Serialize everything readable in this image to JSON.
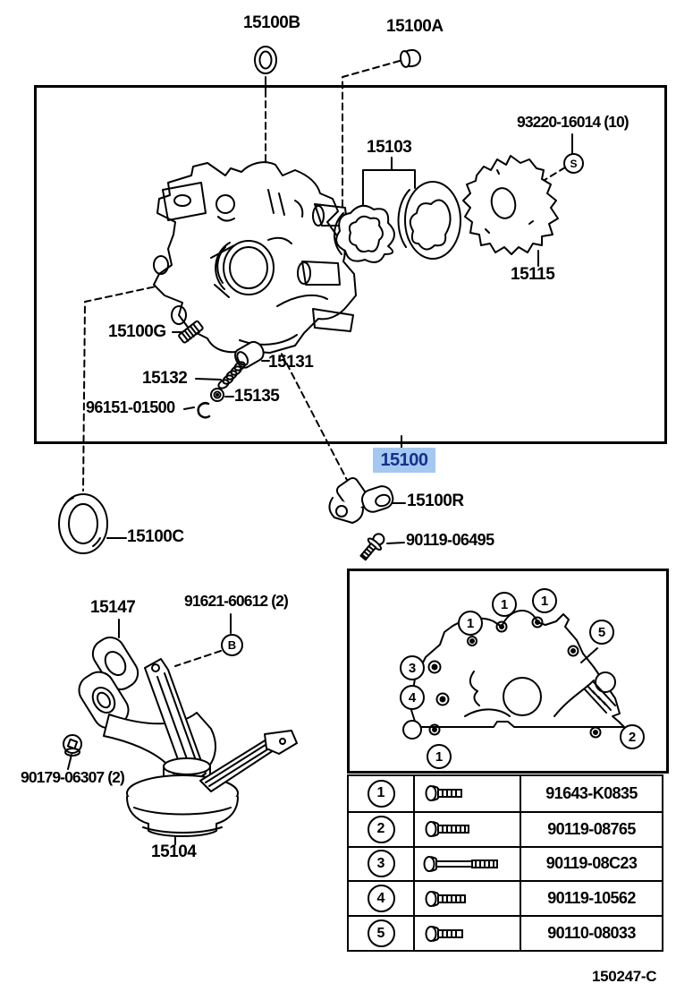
{
  "code": "150247-C",
  "highlight": {
    "label": "15100",
    "bg": "#A5C8F0",
    "fg": "#14318F"
  },
  "markers": {
    "s": "S",
    "b": "B"
  },
  "labels": {
    "b15100B": "15100B",
    "b15100A": "15100A",
    "screws": "93220-16014 (10)",
    "rotorset": "15103",
    "plate": "15115",
    "stud": "15100G",
    "relief_plug": "15131",
    "relief_spring": "15132",
    "relief_valve": "15135",
    "snap_ring": "96151-01500",
    "seal": "15100C",
    "sensor": "15100R",
    "sensor_bolt": "90119-06495",
    "gasket": "15147",
    "stay_bolts": "91621-60612 (2)",
    "nuts": "90179-06307 (2)",
    "strainer": "15104"
  },
  "callouts": [
    "1",
    "1",
    "1",
    "5",
    "3",
    "4",
    "1",
    "2"
  ],
  "fastener_table": [
    {
      "no": "1",
      "part": "91643-K0835"
    },
    {
      "no": "2",
      "part": "90119-08765"
    },
    {
      "no": "3",
      "part": "90119-08C23"
    },
    {
      "no": "4",
      "part": "90119-10562"
    },
    {
      "no": "5",
      "part": "90110-08033"
    }
  ]
}
